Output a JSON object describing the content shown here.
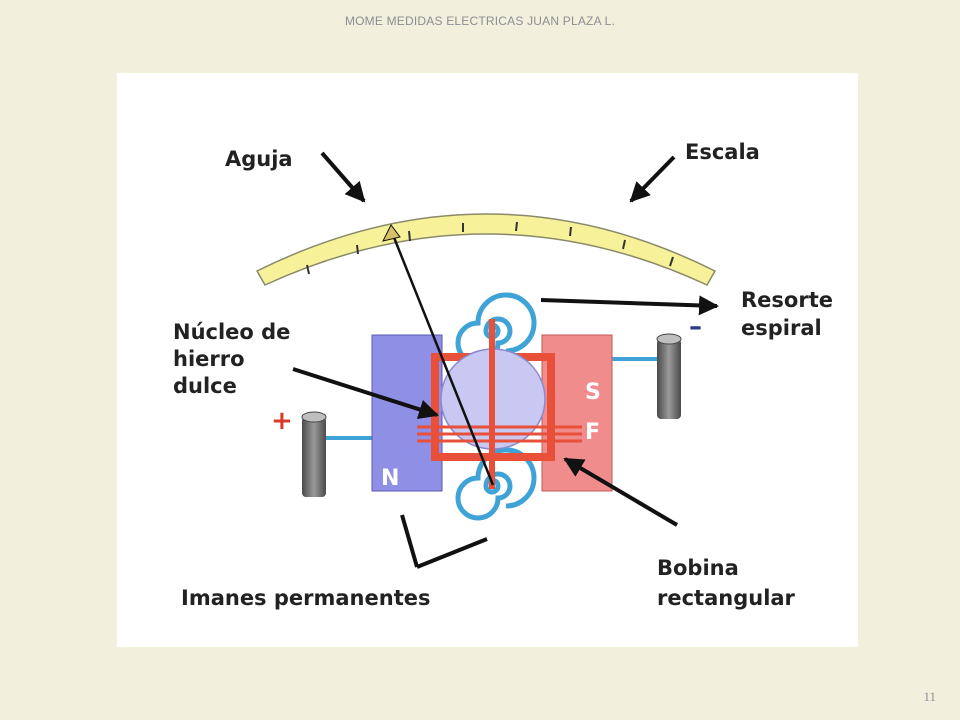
{
  "slide": {
    "header": "MOME MEDIDAS ELECTRICAS JUAN PLAZA L.",
    "page_number": "11"
  },
  "diagram": {
    "labels": {
      "needle": "Aguja",
      "scale": "Escala",
      "spring_line1": "Resorte",
      "spring_line2": "espiral",
      "core_line1": "Núcleo de",
      "core_line2": "hierro",
      "core_line3": "dulce",
      "magnets": "Imanes permanentes",
      "coil_line1": "Bobina",
      "coil_line2": "rectangular"
    },
    "poles": {
      "north": "N",
      "south": "S",
      "force": "F"
    },
    "terminals": {
      "positive": "+",
      "negative": "–"
    },
    "colors": {
      "scale_fill": "#f7f19a",
      "north_magnet": "#8f8fe6",
      "south_magnet": "#f08c8c",
      "spring": "#3fa3d8",
      "terminal": "#6f6f6f",
      "coil": "#e8503a",
      "core": "#c8c8f2",
      "positive_sign": "#d83b2a",
      "negative_sign": "#2a3b8c"
    }
  }
}
